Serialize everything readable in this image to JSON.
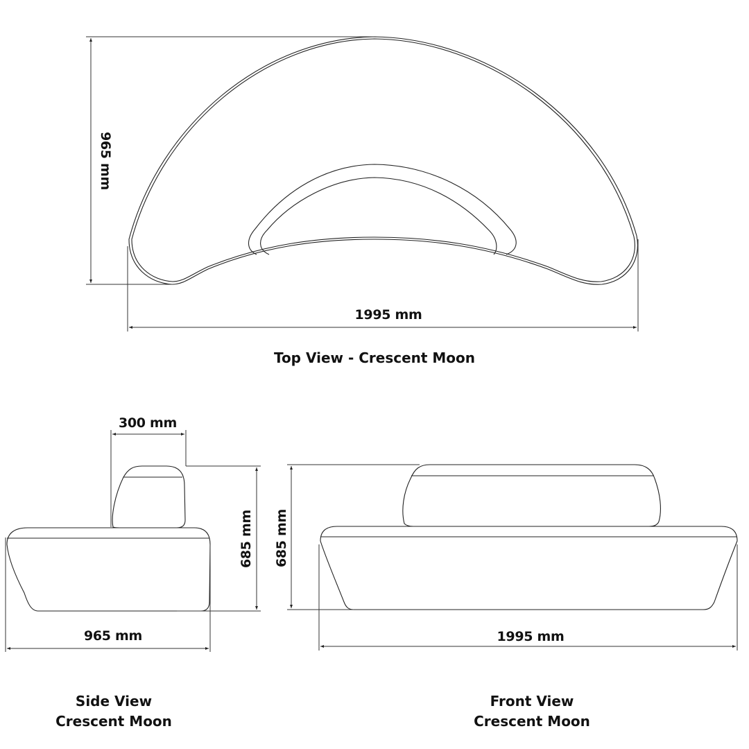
{
  "product": "Crescent Moon",
  "views": {
    "top": {
      "title": "Top View - Crescent Moon",
      "dimensions": {
        "depth": "965 mm",
        "width": "1995 mm"
      }
    },
    "side": {
      "title_line1": "Side View",
      "title_line2": "Crescent Moon",
      "dimensions": {
        "backrest_depth": "300 mm",
        "height": "685 mm",
        "depth": "965 mm"
      }
    },
    "front": {
      "title_line1": "Front View",
      "title_line2": "Crescent Moon",
      "dimensions": {
        "height": "685 mm",
        "width": "1995 mm"
      }
    }
  },
  "colors": {
    "line": "#222222",
    "dimension_line": "#333333",
    "background": "#ffffff",
    "text": "#111111"
  }
}
